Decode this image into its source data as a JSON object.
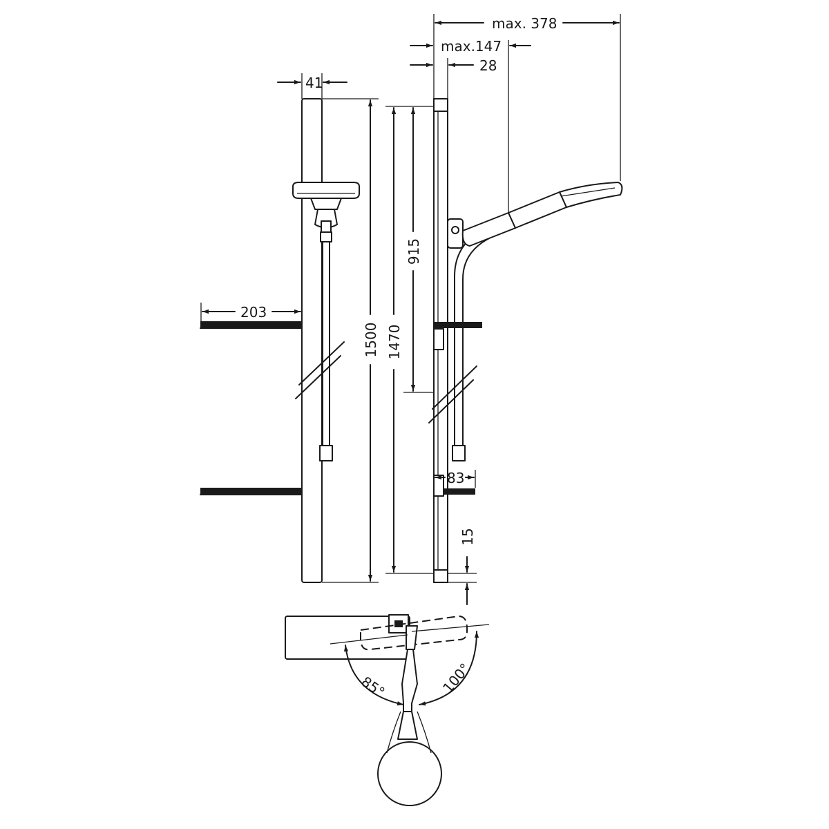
{
  "dimensions": {
    "max_378": "max. 378",
    "max_147": "max.147",
    "d28": "28",
    "d41": "41",
    "d203": "203",
    "d1500": "1500",
    "d1470": "1470",
    "d915": "915",
    "d83": "83",
    "d15": "15",
    "angle_85": "85°",
    "angle_100": "100°"
  },
  "colors": {
    "line": "#1a1a1a",
    "background": "#ffffff"
  }
}
